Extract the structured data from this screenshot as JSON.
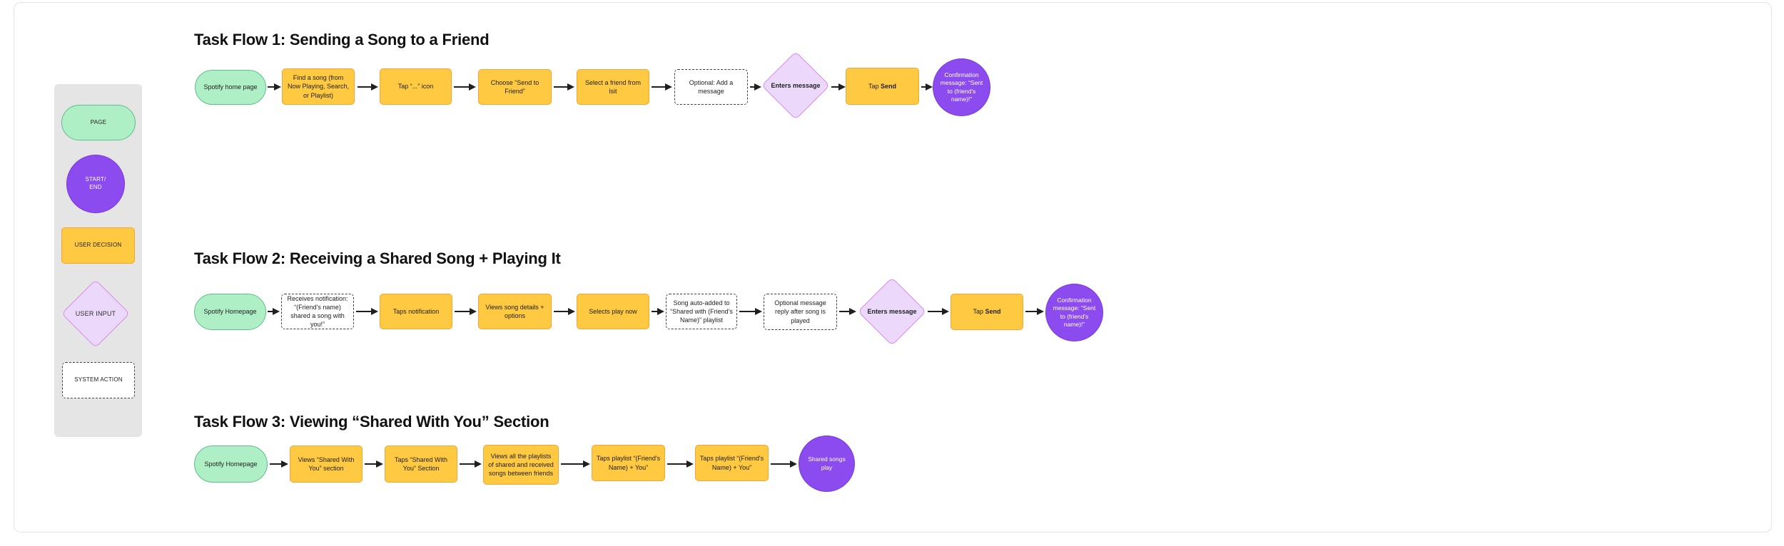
{
  "colors": {
    "canvas_bg": "#FFFFFF",
    "frame_border": "#E4E4E7",
    "legend_bg": "#E5E5E5",
    "page_fill": "#AFEFC6",
    "page_border": "#5FBE8C",
    "decision_fill": "#FFC941",
    "decision_border": "#EDA73A",
    "startend_fill": "#8B4BEE",
    "startend_border": "#7A3AD9",
    "input_fill": "#EBD8FB",
    "input_border": "#D98CEF",
    "system_border": "#3F3F3F",
    "arrow": "#1F1F1F",
    "text_dark": "#1E1E1E",
    "text_light": "#FFFFFF"
  },
  "legend": {
    "items": [
      {
        "type": "page",
        "label": "PAGE"
      },
      {
        "type": "startend",
        "label": "START/\nEND"
      },
      {
        "type": "decision",
        "label": "USER DECISION"
      },
      {
        "type": "input",
        "label": "USER INPUT"
      },
      {
        "type": "system",
        "label": "SYSTEM ACTION"
      }
    ]
  },
  "flows": [
    {
      "title": "Task Flow 1: Sending a Song to a Friend",
      "nodes": [
        {
          "type": "page",
          "label": "Spotify home page"
        },
        {
          "type": "decision",
          "label": "Find a song (from Now Playing, Search, or Playlist)"
        },
        {
          "type": "decision",
          "label": "Tap “...” icon"
        },
        {
          "type": "decision",
          "label": "Choose “Send to Friend”"
        },
        {
          "type": "decision",
          "label": "Select a friend from lsit"
        },
        {
          "type": "system",
          "label": "Optional: Add a message"
        },
        {
          "type": "input",
          "label": "Enters message"
        },
        {
          "type": "decision",
          "label": "Tap ",
          "label_bold": "Send"
        },
        {
          "type": "startend",
          "label": "Confirmation message: “Sent to (friend's name)!”"
        }
      ]
    },
    {
      "title": "Task Flow 2: Receiving a Shared Song + Playing It",
      "nodes": [
        {
          "type": "page",
          "label": "Spotify Homepage"
        },
        {
          "type": "system",
          "label": "Receives notification: “(Friend's name) shared a song with you!”"
        },
        {
          "type": "decision",
          "label": "Taps notification"
        },
        {
          "type": "decision",
          "label": "Views song details + options"
        },
        {
          "type": "decision",
          "label": "Selects play now"
        },
        {
          "type": "system",
          "label": "Song auto-added to “Shared with (Friend's Name)” playlist"
        },
        {
          "type": "system",
          "label": "Optional message reply after song is played"
        },
        {
          "type": "input",
          "label": "Enters message"
        },
        {
          "type": "decision",
          "label": "Tap ",
          "label_bold": "Send"
        },
        {
          "type": "startend",
          "label": "Confirmation message: “Sent to (friend's name)!”"
        }
      ]
    },
    {
      "title": "Task Flow 3: Viewing “Shared With You” Section",
      "nodes": [
        {
          "type": "page",
          "label": "Spotify Homepage"
        },
        {
          "type": "decision",
          "label": "Views “Shared With You” section"
        },
        {
          "type": "decision",
          "label": "Taps “Shared With You” Section"
        },
        {
          "type": "decision",
          "label": "Views all the playlists of shared and received songs between friends"
        },
        {
          "type": "decision",
          "label": "Taps playlist “(Friend's Name) + You”"
        },
        {
          "type": "decision",
          "label": "Taps playlist “(Friend's Name) + You”"
        },
        {
          "type": "startend",
          "label": "Shared songs play"
        }
      ]
    }
  ]
}
